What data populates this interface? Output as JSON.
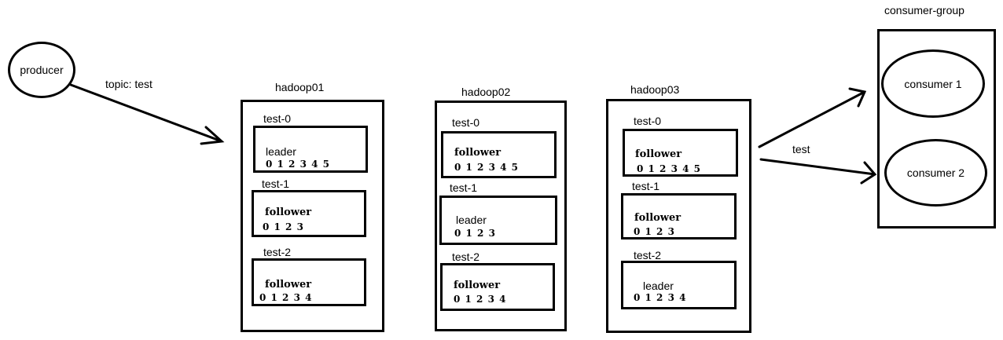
{
  "producer": {
    "label": "producer",
    "topic_label": "topic: test"
  },
  "brokers": [
    {
      "name": "hadoop01",
      "partitions": [
        {
          "name": "test-0",
          "role": "leader",
          "offsets": "0 1 2 3 4 5"
        },
        {
          "name": "test-1",
          "role": "follower",
          "offsets": "0 1 2 3"
        },
        {
          "name": "test-2",
          "role": "follower",
          "offsets": "0 1 2 3 4"
        }
      ]
    },
    {
      "name": "hadoop02",
      "partitions": [
        {
          "name": "test-0",
          "role": "follower",
          "offsets": "0 1 2 3 4 5"
        },
        {
          "name": "test-1",
          "role": "leader",
          "offsets": "0 1 2 3"
        },
        {
          "name": "test-2",
          "role": "follower",
          "offsets": "0 1 2 3 4"
        }
      ]
    },
    {
      "name": "hadoop03",
      "partitions": [
        {
          "name": "test-0",
          "role": "follower",
          "offsets": "0 1 2 3 4 5"
        },
        {
          "name": "test-1",
          "role": "follower",
          "offsets": "0 1 2 3"
        },
        {
          "name": "test-2",
          "role": "leader",
          "offsets": "0 1 2 3 4"
        }
      ]
    }
  ],
  "consumer_group": {
    "label": "consumer-group",
    "arrow_label": "test",
    "consumers": [
      "consumer 1",
      "consumer 2"
    ]
  }
}
